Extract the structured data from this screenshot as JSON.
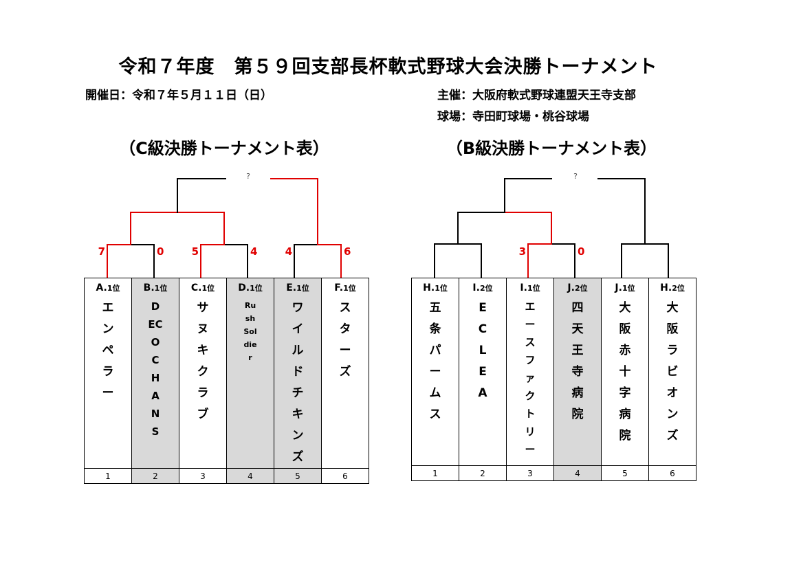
{
  "header": {
    "title": "令和７年度　第５９回支部長杯軟式野球大会決勝トーナメント",
    "date": "開催日：令和７年５月１１日（日）",
    "organizer": "主催：大阪府軟式野球連盟天王寺支部",
    "venue": "球場：寺田町球場・桃谷球場"
  },
  "c_class": {
    "subtitle": "（C級決勝トーナメント表）",
    "final_winner": "?",
    "scores": {
      "m1_left": "7",
      "m1_right": "0",
      "m2_left": "5",
      "m2_right": "4",
      "m3_left": "4",
      "m3_right": "6"
    },
    "teams": [
      {
        "seed_letter": "A.",
        "seed_rank": "1位",
        "name": "エンペラー",
        "number": "1"
      },
      {
        "seed_letter": "B.",
        "seed_rank": "1位",
        "name": "DECOCHANS",
        "number": "2"
      },
      {
        "seed_letter": "C.",
        "seed_rank": "1位",
        "name": "サヌキクラブ",
        "number": "3"
      },
      {
        "seed_letter": "D.",
        "seed_rank": "1位",
        "name": "RushSoldier",
        "number": "4"
      },
      {
        "seed_letter": "E.",
        "seed_rank": "1位",
        "name": "ワイルドチキンズ",
        "number": "5"
      },
      {
        "seed_letter": "F.",
        "seed_rank": "1位",
        "name": "スターズ",
        "number": "6"
      }
    ]
  },
  "b_class": {
    "subtitle": "（B級決勝トーナメント表）",
    "final_winner": "?",
    "scores": {
      "m2_left": "3",
      "m2_right": "0"
    },
    "teams": [
      {
        "seed_letter": "H.",
        "seed_rank": "1位",
        "name": "五条パームス",
        "number": "1"
      },
      {
        "seed_letter": "I.",
        "seed_rank": "2位",
        "name": "ECLEA",
        "number": "2"
      },
      {
        "seed_letter": "I.",
        "seed_rank": "1位",
        "name": "エースファクトリー",
        "number": "3"
      },
      {
        "seed_letter": "J.",
        "seed_rank": "2位",
        "name": "四天王寺病院",
        "number": "4"
      },
      {
        "seed_letter": "J.",
        "seed_rank": "1位",
        "name": "大阪赤十字病院",
        "number": "5"
      },
      {
        "seed_letter": "H.",
        "seed_rank": "2位",
        "name": "大阪ラビオンズ",
        "number": "6"
      }
    ]
  },
  "colors": {
    "win_line": "#e00000",
    "shade": "#d9d9d9",
    "line": "#000000"
  }
}
